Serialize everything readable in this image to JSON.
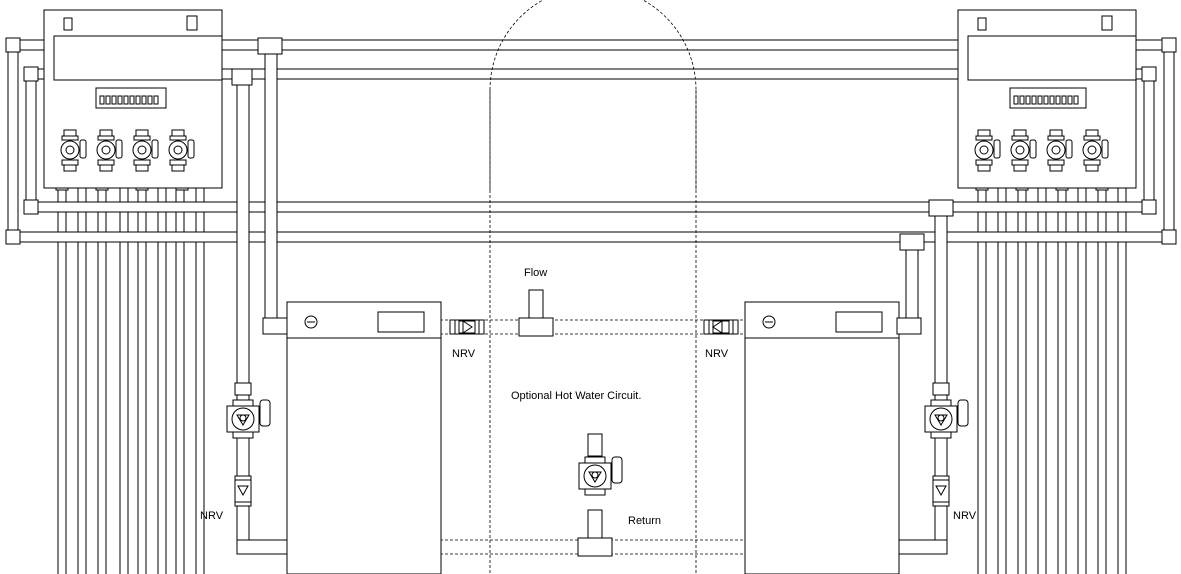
{
  "labels": {
    "flow": "Flow",
    "return": "Return",
    "nrv_top_left": "NRV",
    "nrv_top_right": "NRV",
    "nrv_bottom_left": "NRV",
    "nrv_bottom_right": "NRV",
    "optional_circuit": "Optional Hot Water Circuit."
  },
  "colors": {
    "line": "#000000",
    "background": "#ffffff"
  }
}
